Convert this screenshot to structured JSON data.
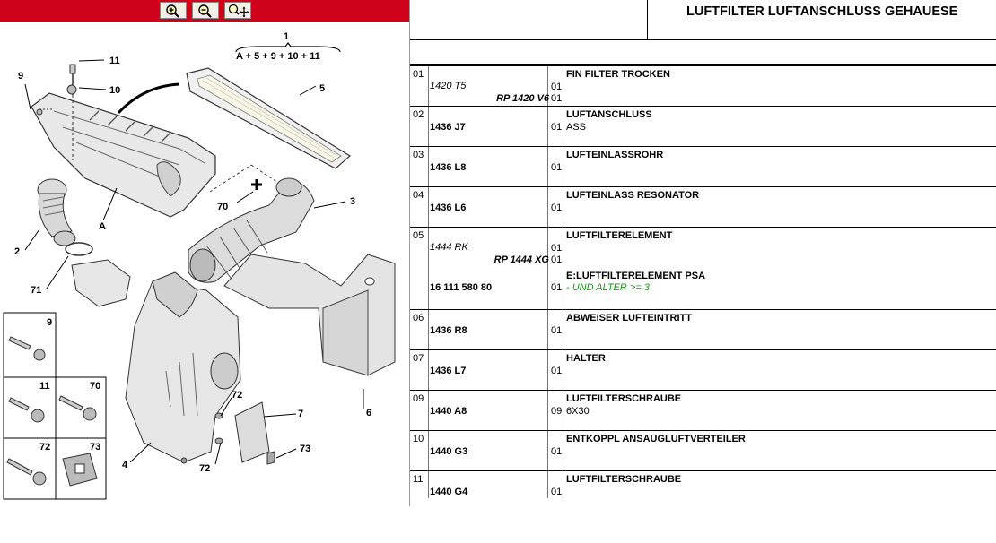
{
  "toolbar": {
    "zoom_in": "zoom-in",
    "zoom_out": "zoom-out",
    "zoom_move": "zoom-pan"
  },
  "diagram": {
    "callouts": {
      "kit_number": "1",
      "kit_formula": "A + 5 + 9 + 10 + 11",
      "c2": "2",
      "c3": "3",
      "c4": "4",
      "c5": "5",
      "c6": "6",
      "c7": "7",
      "c9": "9",
      "c10": "10",
      "c11": "11",
      "cA": "A",
      "c70": "70",
      "c71": "71",
      "c72a": "72",
      "c72b": "72",
      "c73": "73"
    },
    "grid": {
      "g9": "9",
      "g11": "11",
      "g70": "70",
      "g72": "72",
      "g73": "73"
    }
  },
  "header": {
    "title": "LUFTFILTER LUFTANSCHLUSS GEHAUESE"
  },
  "parts": [
    {
      "num": "01",
      "alt_ref": "1420 T5",
      "rp": "RP 1420 V6",
      "q1": "01",
      "q2": "01",
      "name": "FIN FILTER TROCKEN"
    },
    {
      "num": "02",
      "ref": "1436 J7",
      "q": "01",
      "name": "LUFTANSCHLUSS",
      "sub": "ASS"
    },
    {
      "num": "03",
      "ref": "1436 L8",
      "q": "01",
      "name": "LUFTEINLASSROHR"
    },
    {
      "num": "04",
      "ref": "1436 L6",
      "q": "01",
      "name": "LUFTEINLASS RESONATOR"
    },
    {
      "num": "05",
      "alt_ref": "1444 RK",
      "rp": "RP 1444 XG",
      "q1": "01",
      "q2": "01",
      "name": "LUFTFILTERELEMENT",
      "ref2": "16 111 580 80",
      "q3": "01",
      "name2": "E:LUFTFILTERELEMENT PSA",
      "cond": "- UND ALTER >= 3"
    },
    {
      "num": "06",
      "ref": "1436 R8",
      "q": "01",
      "name": "ABWEISER LUFTEINTRITT"
    },
    {
      "num": "07",
      "ref": "1436 L7",
      "q": "01",
      "name": "HALTER"
    },
    {
      "num": "09",
      "ref": "1440 A8",
      "q": "09",
      "name": "LUFTFILTERSCHRAUBE",
      "sub": "6X30"
    },
    {
      "num": "10",
      "ref": "1440 G3",
      "q": "01",
      "name": "ENTKOPPL ANSAUGLUFTVERTEILER"
    },
    {
      "num": "11",
      "ref": "1440 G4",
      "q": "01",
      "name": "LUFTFILTERSCHRAUBE"
    }
  ]
}
